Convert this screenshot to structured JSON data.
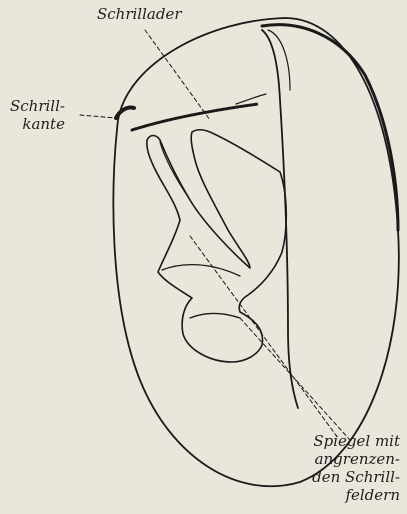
{
  "labels": {
    "schrillader": "Schrillader",
    "schrillkante": [
      "Schrill-",
      "kante"
    ],
    "spiegel": [
      "Spiegel mit",
      "angrenzen-",
      "den Schrill-",
      "feldern"
    ]
  },
  "colors": {
    "background": "#e9e6dc",
    "line": "#1a1a1a",
    "text": "#1f1f1f"
  }
}
